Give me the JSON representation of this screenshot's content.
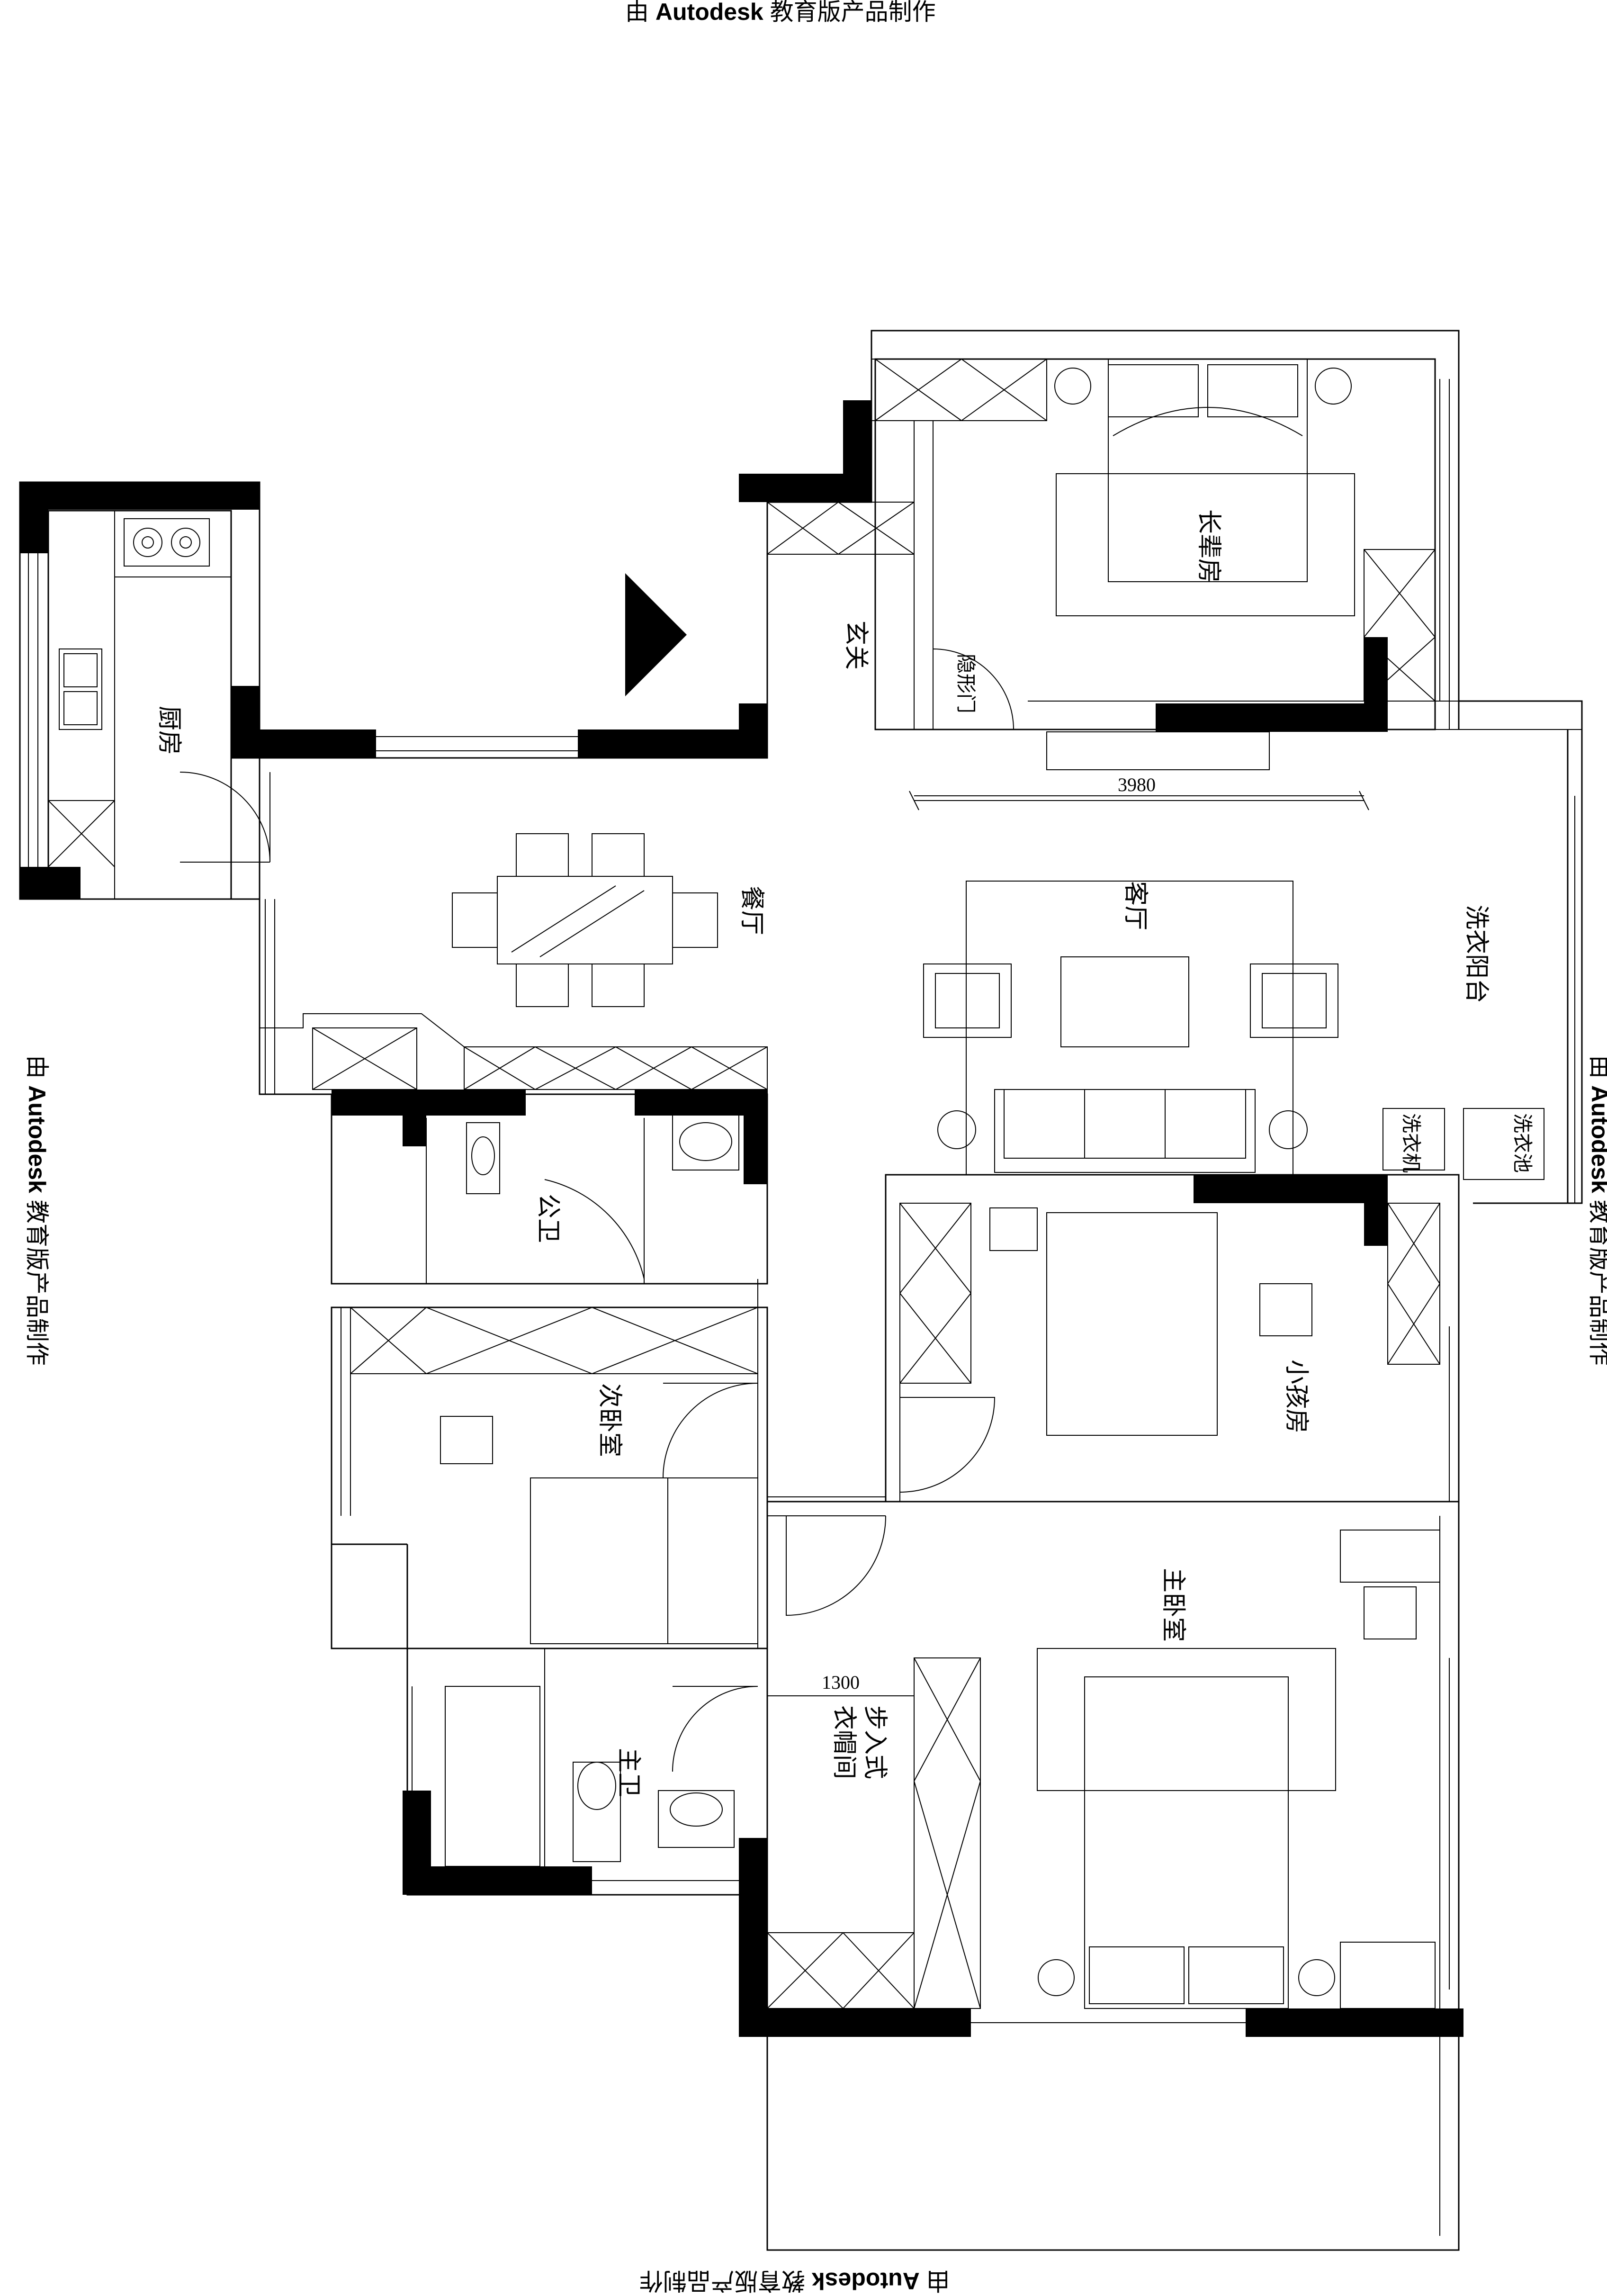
{
  "watermark": {
    "prefix": "由",
    "brand": "Autodesk",
    "suffix": "教育版产品制作"
  },
  "rooms": {
    "kitchen": "厨房",
    "entrance": "玄关",
    "elder_room": "长辈房",
    "hidden_door": "隐形门",
    "dining": "餐厅",
    "living": "客厅",
    "laundry_balcony": "洗衣阳台",
    "public_bath": "公卫",
    "second_bedroom": "次卧室",
    "kids_room": "小孩房",
    "master_bedroom": "主卧室",
    "walk_in_closet_line1": "步入式",
    "walk_in_closet_line2": "衣帽间",
    "master_bath": "主卫"
  },
  "fixtures": {
    "washing_machine": "洗衣机",
    "laundry_sink": "洗衣池"
  },
  "dimensions": {
    "living_width": "3980",
    "closet_width": "1300"
  }
}
